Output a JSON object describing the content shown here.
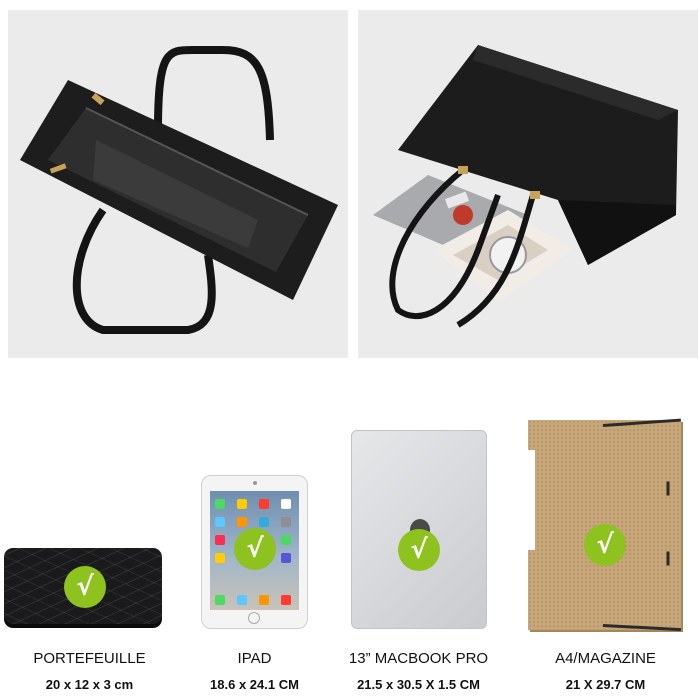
{
  "products": [
    {
      "id": "wallet",
      "label": "PORTEFEUILLE",
      "dims": "20 x 12 x 3 cm",
      "check": "√"
    },
    {
      "id": "ipad",
      "label": "IPAD",
      "dims": "18.6 x 24.1 CM",
      "check": "√"
    },
    {
      "id": "macbook",
      "label": "13” MACBOOK PRO",
      "dims": "21.5 x 30.5 X 1.5 CM",
      "check": "√"
    },
    {
      "id": "folder",
      "label": "A4/MAGAZINE",
      "dims": "21 X 29.7 CM",
      "check": "√"
    }
  ],
  "colors": {
    "check": "#8dc21f",
    "bag": "#1c1c1c",
    "photo_bg": "#ebebeb",
    "kraft": "#c7a779"
  }
}
